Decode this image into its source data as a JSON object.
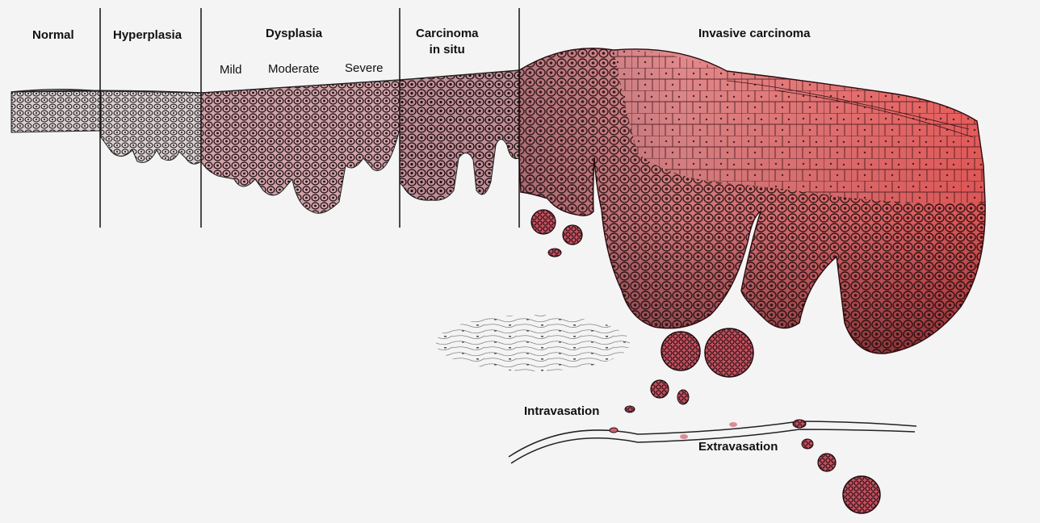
{
  "stages": {
    "normal": "Normal",
    "hyperplasia": "Hyperplasia",
    "dysplasia": "Dysplasia",
    "mild": "Mild",
    "moderate": "Moderate",
    "severe": "Severe",
    "cis_line1": "Carcinoma",
    "cis_line2": "in situ",
    "invasive": "Invasive carcinoma"
  },
  "annotations": {
    "intravasation": "Intravasation",
    "extravasation": "Extravasation"
  },
  "colors": {
    "background": "#f4f4f4",
    "normal_tissue": "#d8d4d4",
    "dysplasia_tissue": "#c89aa0",
    "cis_tissue": "#b98890",
    "invasive_light": "#f07a78",
    "invasive_dark": "#a04050",
    "cell_stroke": "#1a0a0c"
  },
  "icons": [
    "tissue-cell-pattern",
    "tumor-cell-cluster",
    "stroma-fiber-pattern",
    "blood-vessel"
  ]
}
